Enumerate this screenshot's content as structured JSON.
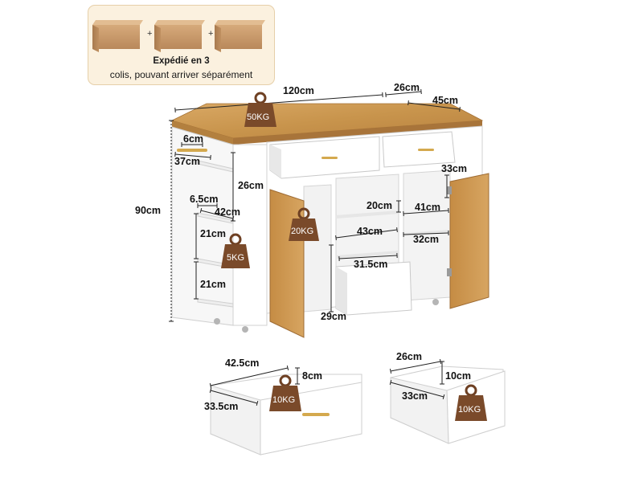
{
  "shipping": {
    "line1": "Expédié en 3",
    "line2": "colis, pouvant arriver séparément",
    "plus": "+"
  },
  "dimensions": {
    "width_top": "120cm",
    "extension": "26cm",
    "depth": "45cm",
    "height": "90cm",
    "towel_bar": "6cm",
    "side_depth": "37cm",
    "side_height": "26cm",
    "side_shelf_inset": "6.5cm",
    "side_shelf_depth": "42cm",
    "side_shelf_h1": "21cm",
    "side_shelf_h2": "21cm",
    "left_cabinet_width": "43cm",
    "left_cabinet_depth": "20cm",
    "left_cabinet_bottom": "29cm",
    "trash_width": "31.5cm",
    "right_cabinet_top": "33cm",
    "right_cabinet_depth": "41cm",
    "right_cabinet_width": "32cm",
    "big_drawer_width": "42.5cm",
    "big_drawer_height": "8cm",
    "big_drawer_depth": "33.5cm",
    "small_drawer_width": "26cm",
    "small_drawer_height": "10cm",
    "small_drawer_depth": "33cm"
  },
  "loads": {
    "top": "50KG",
    "cabinet": "20KG",
    "side_shelf": "5KG",
    "big_drawer": "10KG",
    "small_drawer": "10KG"
  },
  "colors": {
    "wood": "#c8964f",
    "white": "#ffffff",
    "weight_brown": "#7a4a2a",
    "outline": "#b8b8b8",
    "box_cardboard": "#c99a6a"
  }
}
